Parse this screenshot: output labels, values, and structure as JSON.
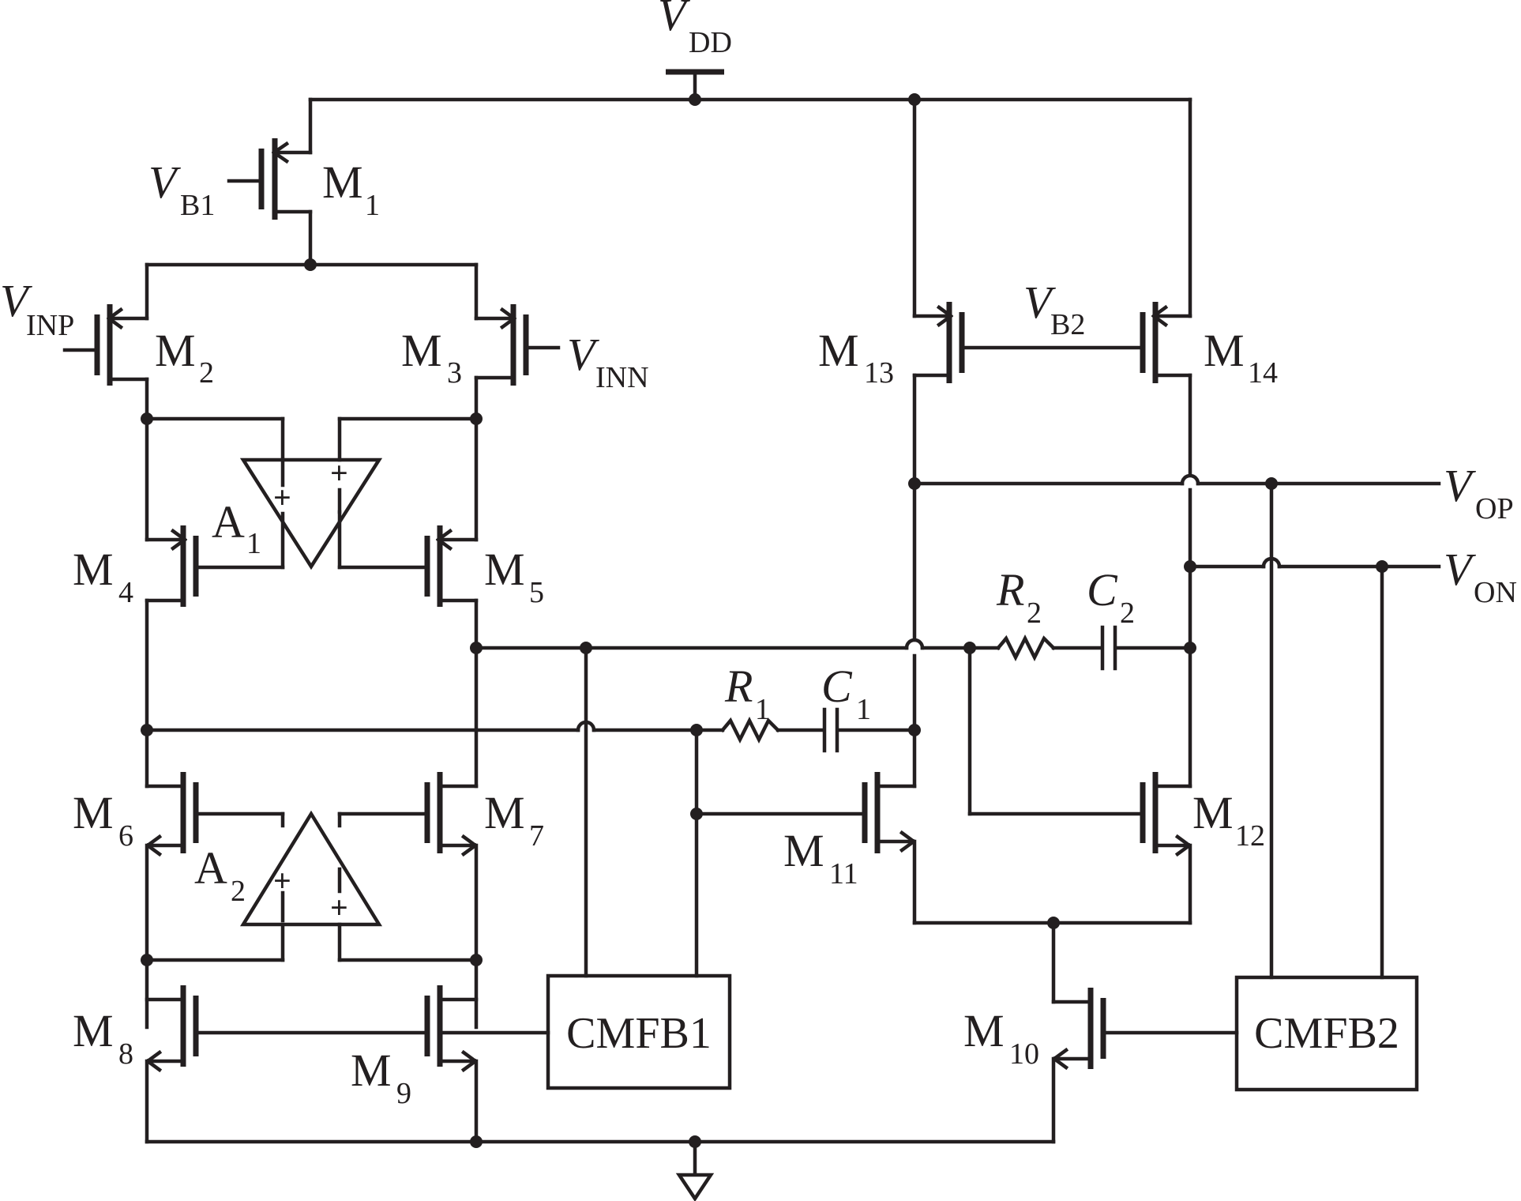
{
  "supply": {
    "v": "V",
    "sub": "DD"
  },
  "labels": {
    "vb1": {
      "v": "V",
      "sub": "B1"
    },
    "vb2": {
      "v": "V",
      "sub": "B2"
    },
    "vinp": {
      "v": "V",
      "sub": "INP"
    },
    "vinn": {
      "v": "V",
      "sub": "INN"
    },
    "vop": {
      "v": "V",
      "sub": "OP"
    },
    "von": {
      "v": "V",
      "sub": "ON"
    },
    "r1": {
      "v": "R",
      "sub": "1"
    },
    "c1": {
      "v": "C",
      "sub": "1"
    },
    "r2": {
      "v": "R",
      "sub": "2"
    },
    "c2": {
      "v": "C",
      "sub": "2"
    },
    "a1": {
      "v": "A",
      "sub": "1"
    },
    "a2": {
      "v": "A",
      "sub": "2"
    }
  },
  "transistors": {
    "m1": {
      "v": "M",
      "sub": "1"
    },
    "m2": {
      "v": "M",
      "sub": "2"
    },
    "m3": {
      "v": "M",
      "sub": "3"
    },
    "m4": {
      "v": "M",
      "sub": "4"
    },
    "m5": {
      "v": "M",
      "sub": "5"
    },
    "m6": {
      "v": "M",
      "sub": "6"
    },
    "m7": {
      "v": "M",
      "sub": "7"
    },
    "m8": {
      "v": "M",
      "sub": "8"
    },
    "m9": {
      "v": "M",
      "sub": "9"
    },
    "m10": {
      "v": "M",
      "sub": "10"
    },
    "m11": {
      "v": "M",
      "sub": "11"
    },
    "m12": {
      "v": "M",
      "sub": "12"
    },
    "m13": {
      "v": "M",
      "sub": "13"
    },
    "m14": {
      "v": "M",
      "sub": "14"
    }
  },
  "blocks": {
    "cmfb1": "CMFB1",
    "cmfb2": "CMFB2"
  }
}
